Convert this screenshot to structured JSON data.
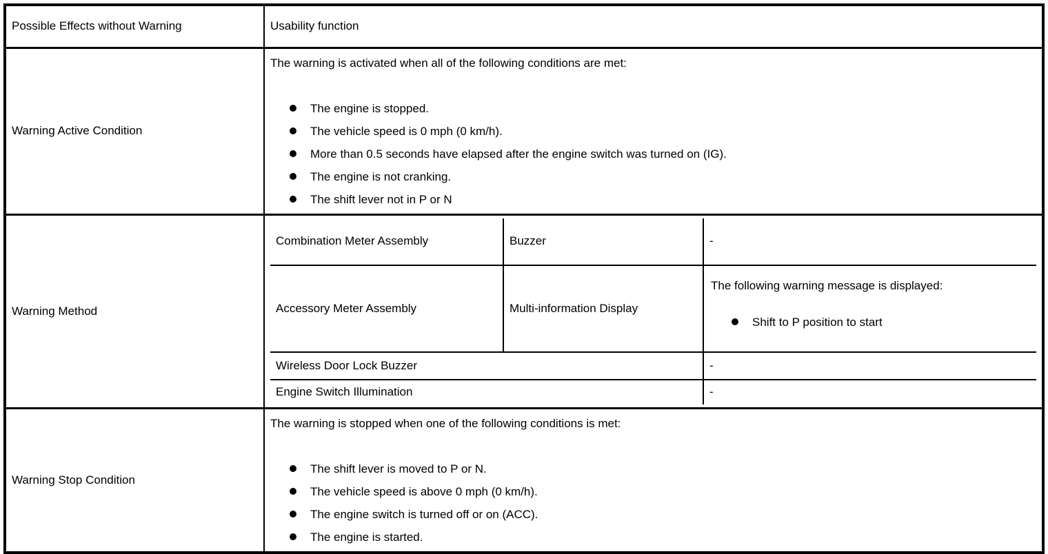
{
  "table": {
    "colors": {
      "border": "#000000",
      "text": "#000000",
      "background": "#ffffff"
    },
    "header_row": {
      "label": "Possible Effects without Warning",
      "value": "Usability function"
    },
    "active_condition": {
      "label": "Warning Active Condition",
      "intro": "The warning is activated when all of the following conditions are met:",
      "bullets": [
        "The engine is stopped.",
        "The vehicle speed is 0 mph (0 km/h).",
        "More than 0.5 seconds have elapsed after the engine switch was turned on (IG).",
        "The engine is not cranking.",
        "The shift lever not in P or N"
      ]
    },
    "warning_method": {
      "label": "Warning Method",
      "rows": [
        {
          "component": "Combination Meter Assembly",
          "sub_component": "Buzzer",
          "detail": "-"
        },
        {
          "component": "Accessory Meter Assembly",
          "sub_component": "Multi-information Display",
          "detail_intro": "The following warning message is displayed:",
          "detail_bullets": [
            "Shift to P position to start"
          ]
        },
        {
          "component": "Wireless Door Lock Buzzer",
          "detail": "-"
        },
        {
          "component": "Engine Switch Illumination",
          "detail": "-"
        }
      ]
    },
    "stop_condition": {
      "label": "Warning Stop Condition",
      "intro": "The warning is stopped when one of the following conditions is met:",
      "bullets": [
        "The shift lever is moved to P or N.",
        "The vehicle speed is above 0 mph (0 km/h).",
        "The engine switch is turned off or on (ACC).",
        "The engine is started."
      ]
    }
  }
}
